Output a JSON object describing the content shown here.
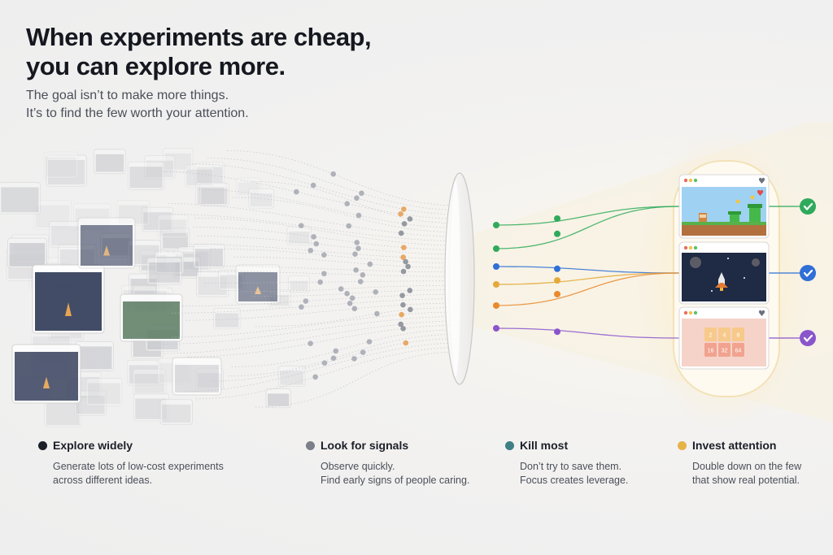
{
  "headline": {
    "line1": "When experiments are cheap,",
    "line2": "you can explore more."
  },
  "subheadline": {
    "line1": "The goal isn’t to make more things.",
    "line2": "It’s to find the few worth your attention."
  },
  "selected_experiments": [
    {
      "name": "platformer-game",
      "status": "selected",
      "liked": true,
      "accent": "#2faa5b"
    },
    {
      "name": "space-shooter-game",
      "status": "selected",
      "liked": false,
      "accent": "#2f6fd6"
    },
    {
      "name": "number-tile-game",
      "status": "selected",
      "liked": true,
      "accent": "#8a55cc",
      "tiles": [
        "2",
        "4",
        "8",
        "16",
        "32",
        "64"
      ]
    }
  ],
  "thread_colors": [
    "#2faa5b",
    "#2faa5b",
    "#2f6fd6",
    "#e4a93a",
    "#e98a2f",
    "#8a55cc"
  ],
  "steps": [
    {
      "title": "Explore widely",
      "color": "#1b1f27",
      "desc": [
        "Generate lots of low-cost experiments",
        "across different ideas."
      ]
    },
    {
      "title": "Look for signals",
      "color": "#7a7f88",
      "desc": [
        "Observe quickly.",
        "Find early signs of people caring."
      ]
    },
    {
      "title": "Kill most",
      "color": "#3f7f86",
      "desc": [
        "Don’t try to save them.",
        "Focus creates leverage."
      ]
    },
    {
      "title": "Invest attention",
      "color": "#e6b349",
      "desc": [
        "Double down on the few",
        "that show real potential."
      ]
    }
  ]
}
